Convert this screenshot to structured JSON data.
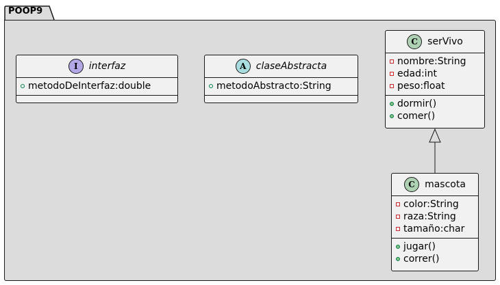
{
  "package": {
    "name": "POOP9"
  },
  "classes": {
    "interfaz": {
      "stereotype": "I",
      "name": "interfaz",
      "methods": [
        "metodoDeInterfaz:double"
      ]
    },
    "claseAbstracta": {
      "stereotype": "A",
      "name": "claseAbstracta",
      "methods": [
        "metodoAbstracto:String"
      ]
    },
    "serVivo": {
      "stereotype": "C",
      "name": "serVivo",
      "fields": [
        "nombre:String",
        "edad:int",
        "peso:float"
      ],
      "methods": [
        "dormir()",
        "comer()"
      ]
    },
    "mascota": {
      "stereotype": "C",
      "name": "mascota",
      "fields": [
        "color:String",
        "raza:String",
        "tamaño:char"
      ],
      "methods": [
        "jugar()",
        "correr()"
      ]
    }
  },
  "relations": [
    {
      "from": "mascota",
      "to": "serVivo",
      "type": "inheritance"
    }
  ],
  "colors": {
    "package_fill": "#dcdcdc",
    "class_fill": "#f1f1f1",
    "class_stereotype": "#add1b2",
    "interface_stereotype": "#b4a7e5",
    "abstract_stereotype": "#a9dcdf",
    "private_marker": "#c82930",
    "public_marker": "#84be84"
  }
}
